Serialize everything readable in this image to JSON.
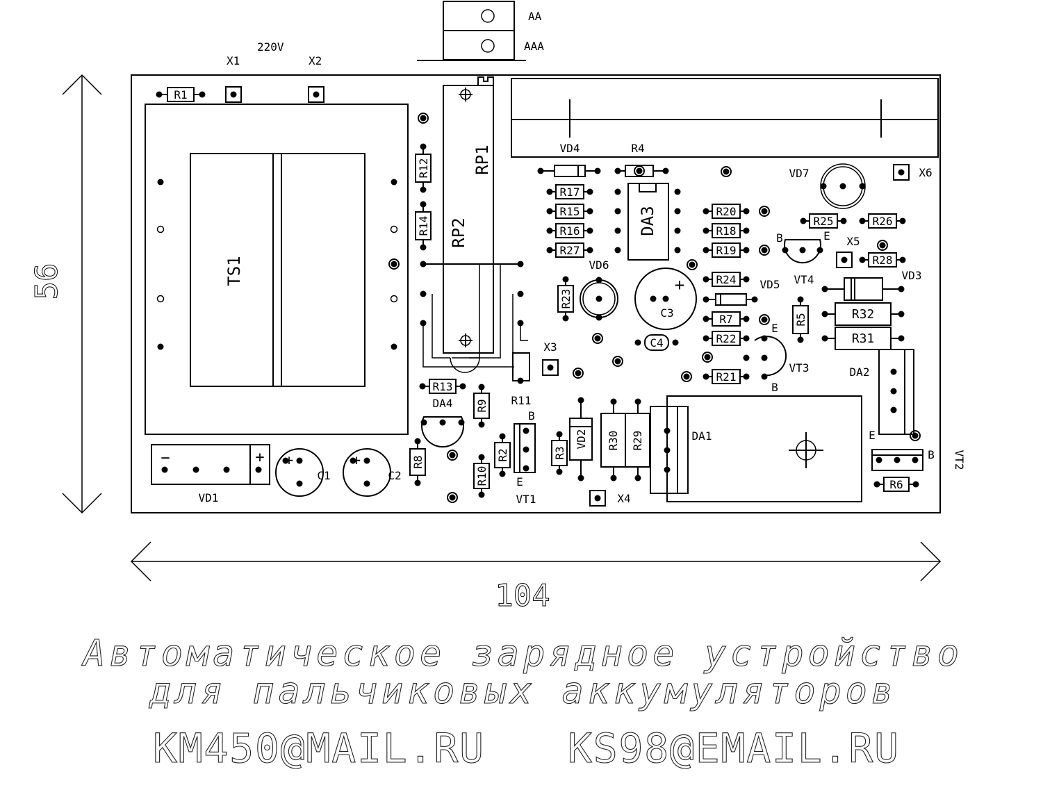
{
  "battery_holder": {
    "aa": "AA",
    "aaa": "AAA"
  },
  "mains": {
    "voltage": "220V",
    "x1": "X1",
    "x2": "X2"
  },
  "labels": {
    "R1": "R1",
    "R4": "R4",
    "R5": "R5",
    "R6": "R6",
    "R7": "R7",
    "R8": "R8",
    "R9": "R9",
    "R10": "R10",
    "R11": "R11",
    "R12": "R12",
    "R13": "R13",
    "R14": "R14",
    "R15": "R15",
    "R16": "R16",
    "R17": "R17",
    "R18": "R18",
    "R19": "R19",
    "R20": "R20",
    "R21": "R21",
    "R22": "R22",
    "R23": "R23",
    "R24": "R24",
    "R25": "R25",
    "R26": "R26",
    "R27": "R27",
    "R28": "R28",
    "R29": "R29",
    "R30": "R30",
    "R31": "R31",
    "R32": "R32",
    "R2": "R2",
    "R3": "R3",
    "RP1": "RP1",
    "RP2": "RP2",
    "TS1": "TS1",
    "VD1": "VD1",
    "VD2": "VD2",
    "VD3": "VD3",
    "VD4": "VD4",
    "VD5": "VD5",
    "VD6": "VD6",
    "VD7": "VD7",
    "VT1": "VT1",
    "VT2": "VT2",
    "VT3": "VT3",
    "VT4": "VT4",
    "DA1": "DA1",
    "DA2": "DA2",
    "DA3": "DA3",
    "DA4": "DA4",
    "C1": "C1",
    "C2": "C2",
    "C3": "C3",
    "C4": "C4",
    "X3": "X3",
    "X4": "X4",
    "X5": "X5",
    "X6": "X6",
    "B": "B",
    "E": "E",
    "plus": "+",
    "minus": "−"
  },
  "dimensions": {
    "height": "56",
    "width": "104"
  },
  "title": {
    "line1": "Автоматическое зарядное устройство",
    "line2": "для пальчиковых аккумуляторов"
  },
  "contacts": {
    "email1": "KM450@MAIL.RU",
    "email2": "KS98@EMAIL.RU"
  }
}
